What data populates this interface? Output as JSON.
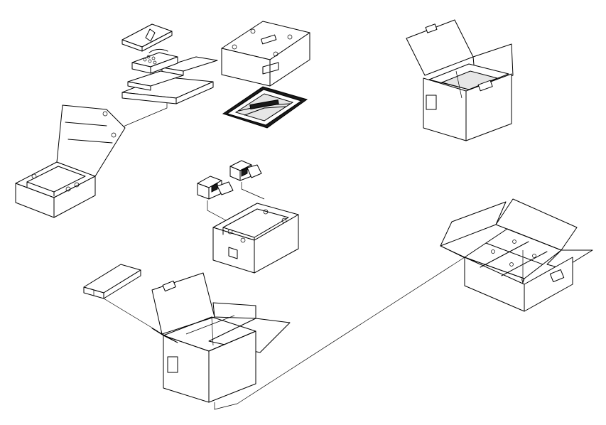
{
  "figure": {
    "kind": "exploded-packaging-diagram",
    "background": "#ffffff",
    "line_color": "#000000",
    "text_labels": []
  },
  "components": [
    {
      "id": "accessory-stack",
      "icon": "stacked-trays"
    },
    {
      "id": "top-foam-cushion",
      "icon": "foam-cushion"
    },
    {
      "id": "framed-panel",
      "icon": "framed-panel"
    },
    {
      "id": "small-carton",
      "icon": "open-carton"
    },
    {
      "id": "foam-tray",
      "icon": "foam-tray"
    },
    {
      "id": "corner-blocks",
      "icon": "corner-block"
    },
    {
      "id": "bottom-foam-cushion",
      "icon": "foam-cushion"
    },
    {
      "id": "flat-pad",
      "icon": "pad"
    },
    {
      "id": "main-carton",
      "icon": "open-carton"
    },
    {
      "id": "divider-carton",
      "icon": "open-carton-with-dividers"
    }
  ]
}
